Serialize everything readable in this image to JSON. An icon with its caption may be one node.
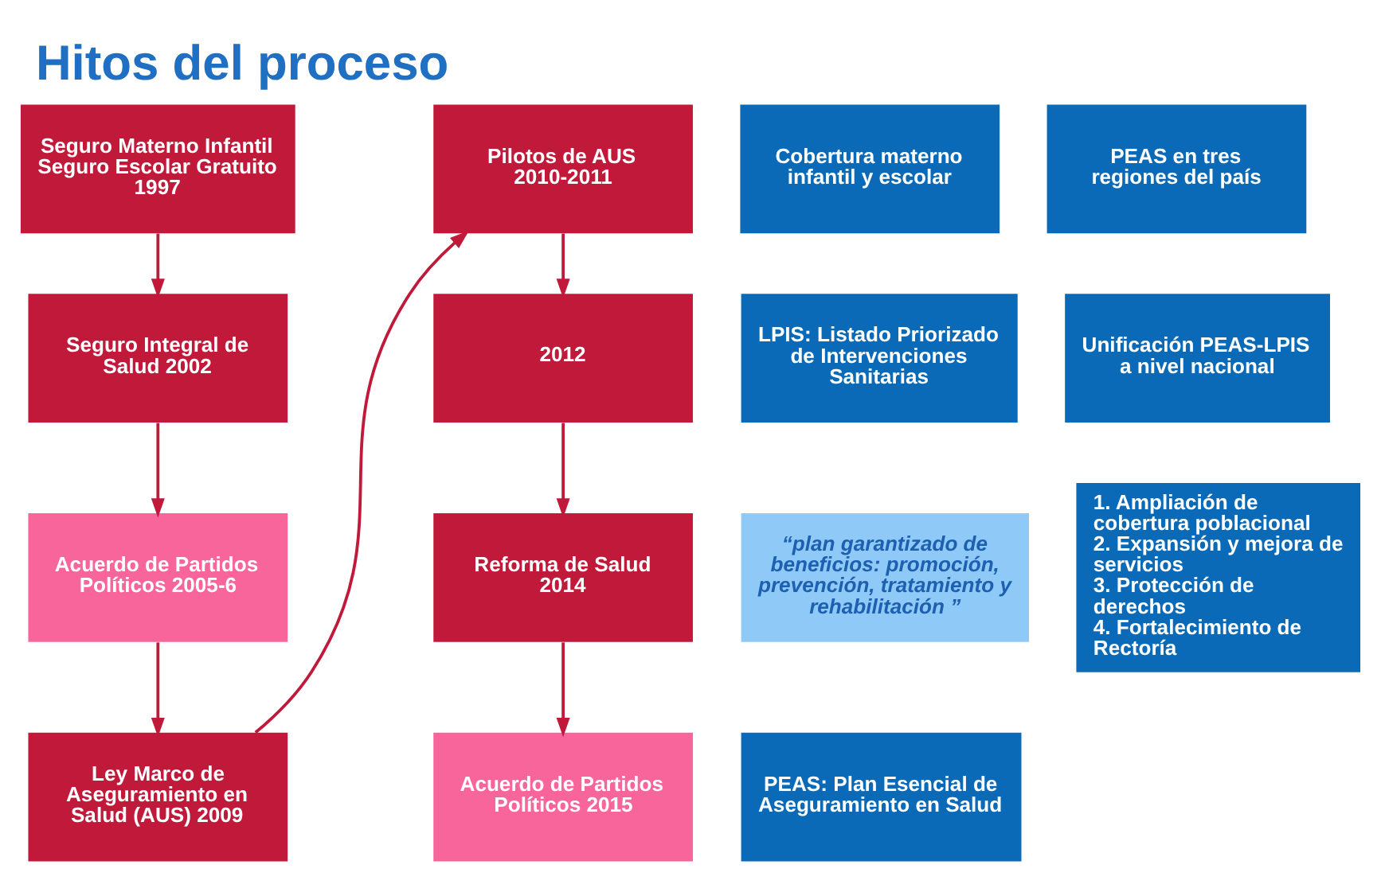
{
  "diagram": {
    "title": "Hitos del proceso",
    "nodes": [
      {
        "text": [
          "Seguro Materno Infantil Seguro Escolar Gratuito 1997"
        ]
      },
      {
        "text": [
          "Cobertura materno infantil y escolar"
        ]
      },
      {
        "text": [
          "Seguro Integral de Salud 2002"
        ]
      },
      {
        "text": [
          "LPIS: Listado Priorizado de Intervenciones Sanitarias"
        ]
      },
      {
        "text": [
          "Acuerdo de Partidos Políticos 2005-6"
        ]
      },
      {
        "text": [
          "“plan garantizado de beneficios: promoción, prevención, tratamiento y rehabilitación ”"
        ]
      },
      {
        "text": [
          "Ley Marco de Aseguramiento en Salud (AUS) 2009"
        ]
      },
      {
        "text": [
          "PEAS: Plan Esencial de Aseguramiento en Salud"
        ]
      },
      {
        "text": [
          "Pilotos de AUS 2010-2011"
        ]
      },
      {
        "text": [
          "PEAS en tres regiones del país"
        ]
      },
      {
        "text": [
          "2012"
        ]
      },
      {
        "text": [
          "Unificación PEAS-LPIS a nivel nacional"
        ]
      },
      {
        "text": [
          "Reforma de Salud 2014"
        ]
      },
      {
        "text": [
          "1. Ampliación de cobertura poblacional",
          "2. Expansión y mejora de servicios",
          "3. Protección de derechos",
          "4. Fortalecimiento de Rectoría"
        ]
      },
      {
        "text": [
          "Acuerdo de Partidos Políticos 2015"
        ]
      }
    ],
    "edges": [
      {
        "from": 0,
        "to": 2,
        "arrow": "to"
      },
      {
        "from": 2,
        "to": 4,
        "arrow": "to"
      },
      {
        "from": 4,
        "to": 6,
        "arrow": "to"
      },
      {
        "from": 6,
        "to": 8,
        "arrow": "to"
      },
      {
        "from": 8,
        "to": 10,
        "arrow": "to"
      },
      {
        "from": 10,
        "to": 12,
        "arrow": "to"
      },
      {
        "from": 12,
        "to": 14,
        "arrow": "to"
      }
    ]
  }
}
